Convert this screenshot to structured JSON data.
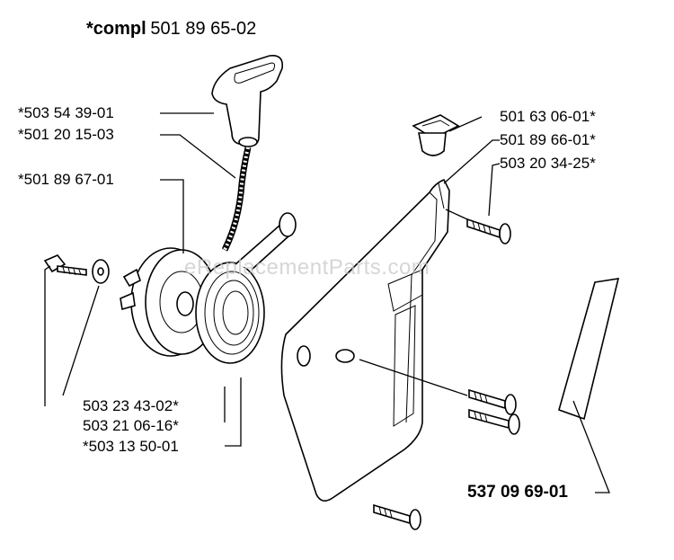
{
  "title": {
    "prefix": "*compl",
    "number": "501 89 65-02"
  },
  "callouts": {
    "handle": "*503 54 39-01",
    "rope": "*501 20 15-03",
    "pulley": "*501 89 67-01",
    "washer": "503 23 43-02*",
    "bolt": "503 21 06-16*",
    "spring": "*503 13 50-01",
    "guide_bushing": "501 63 06-01*",
    "starter_housing": "501 89 66-01*",
    "screw": "503 20 34-25*",
    "decal": "537 09 69-01"
  },
  "watermark": "eReplacementParts.com"
}
